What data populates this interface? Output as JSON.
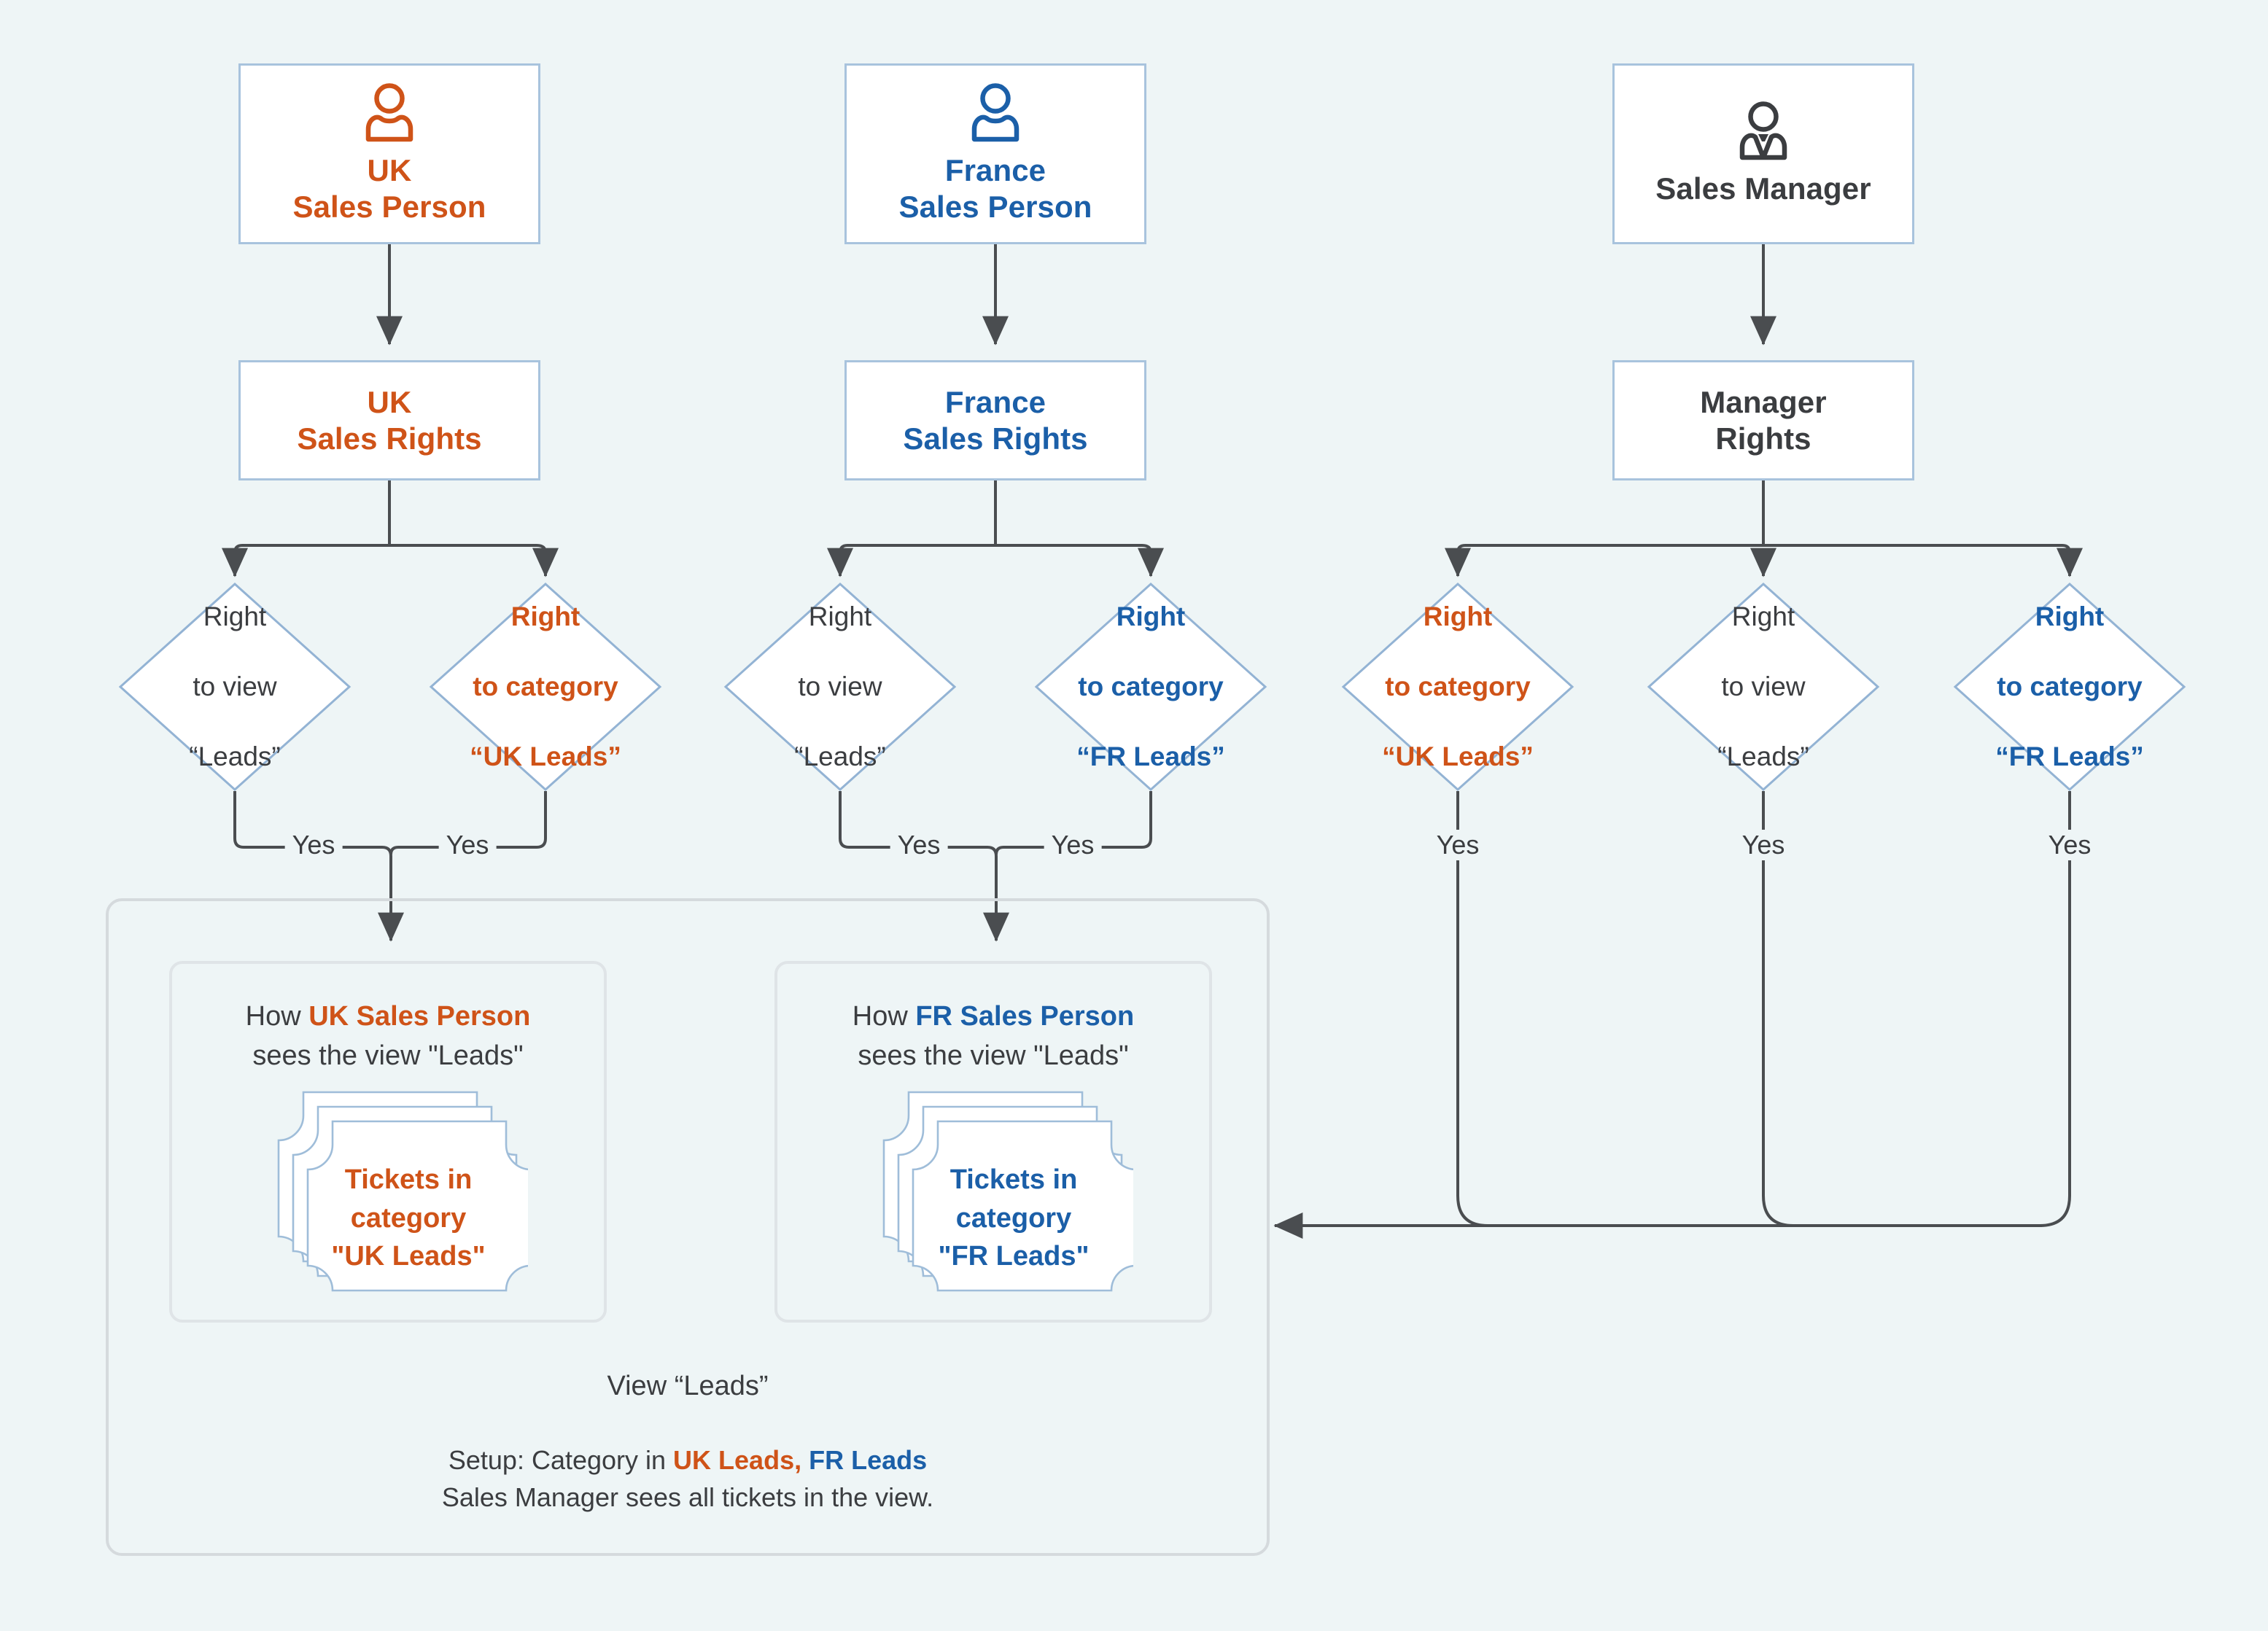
{
  "colors": {
    "background": "#eef5f6",
    "orange": "#cf5318",
    "blue": "#1b5fa8",
    "dark": "#3b3d40",
    "box_border": "#a8c3dd",
    "panel_border": "#d5dadd",
    "connector": "#4a4d50"
  },
  "roles": [
    {
      "id": "uk-sales-person",
      "icon": "person-icon",
      "line1": "UK",
      "line2": "Sales Person",
      "color": "orange"
    },
    {
      "id": "france-sales-person",
      "icon": "person-icon",
      "line1": "France",
      "line2": "Sales Person",
      "color": "blue"
    },
    {
      "id": "sales-manager",
      "icon": "manager-icon",
      "line1": "Sales Manager",
      "line2": "",
      "color": "dark"
    }
  ],
  "rights": [
    {
      "id": "uk-sales-rights",
      "line1": "UK",
      "line2": "Sales Rights",
      "color": "orange"
    },
    {
      "id": "france-sales-rights",
      "line1": "France",
      "line2": "Sales Rights",
      "color": "blue"
    },
    {
      "id": "manager-rights",
      "line1": "Manager",
      "line2": "Rights",
      "color": "dark"
    }
  ],
  "decisions": [
    {
      "id": "uk-right-to-view",
      "l1": "Right",
      "l2": "to view",
      "l3": "“Leads”",
      "color": "dark",
      "bold": false,
      "yes": "Yes"
    },
    {
      "id": "uk-right-to-category",
      "l1": "Right",
      "l2": "to category",
      "l3": "“UK Leads”",
      "color": "orange",
      "bold": true,
      "yes": "Yes"
    },
    {
      "id": "fr-right-to-view",
      "l1": "Right",
      "l2": "to view",
      "l3": "“Leads”",
      "color": "dark",
      "bold": false,
      "yes": "Yes"
    },
    {
      "id": "fr-right-to-category",
      "l1": "Right",
      "l2": "to category",
      "l3": "“FR Leads”",
      "color": "blue",
      "bold": true,
      "yes": "Yes"
    },
    {
      "id": "mgr-right-to-category-uk",
      "l1": "Right",
      "l2": "to category",
      "l3": "“UK Leads”",
      "color": "orange",
      "bold": true,
      "yes": "Yes"
    },
    {
      "id": "mgr-right-to-view",
      "l1": "Right",
      "l2": "to view",
      "l3": "“Leads”",
      "color": "dark",
      "bold": false,
      "yes": "Yes"
    },
    {
      "id": "mgr-right-to-category-fr",
      "l1": "Right",
      "l2": "to category",
      "l3": "“FR Leads”",
      "color": "blue",
      "bold": true,
      "yes": "Yes"
    }
  ],
  "view_panel": {
    "cards": [
      {
        "id": "uk-view-card",
        "title_pre": "How ",
        "title_strong": "UK Sales Person",
        "title_line2": "sees the view \"Leads\"",
        "strong_color": "orange",
        "stack_l1": "Tickets in",
        "stack_l2": "category",
        "stack_l3": "\"UK Leads\"",
        "stack_color": "orange"
      },
      {
        "id": "fr-view-card",
        "title_pre": "How ",
        "title_strong": "FR Sales Person",
        "title_line2": "sees the view \"Leads\"",
        "strong_color": "blue",
        "stack_l1": "Tickets in",
        "stack_l2": "category",
        "stack_l3": "\"FR Leads\"",
        "stack_color": "blue"
      }
    ],
    "footer": {
      "view_label": "View “Leads”",
      "setup_pre": "Setup: Category in ",
      "setup_uk": "UK Leads,",
      "setup_fr": " FR Leads",
      "setup_line2": "Sales Manager sees all tickets in the view."
    }
  }
}
